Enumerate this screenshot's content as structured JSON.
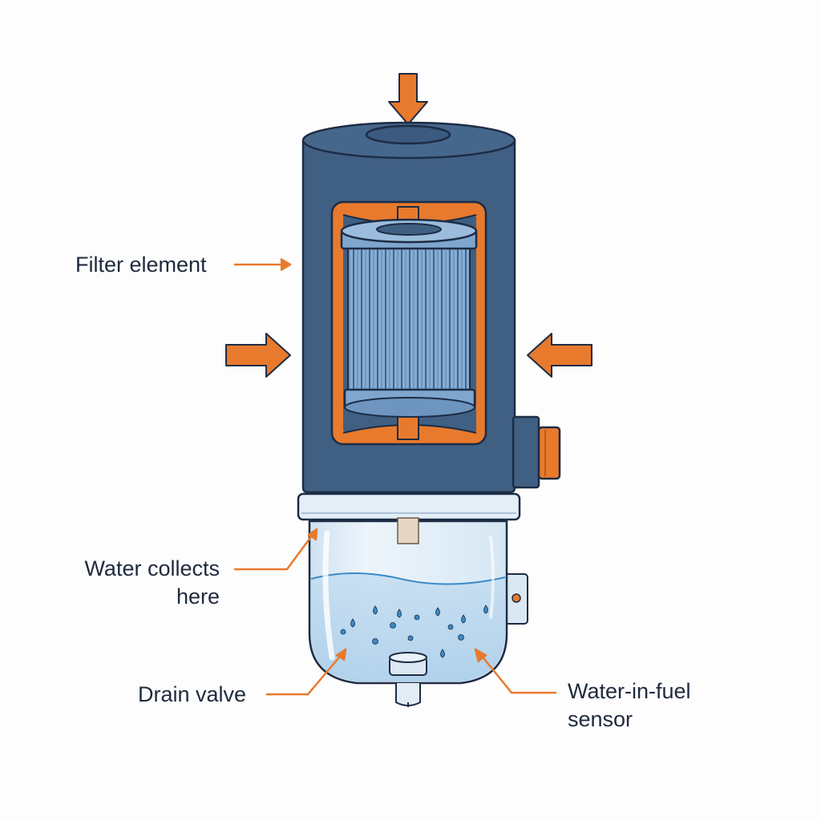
{
  "labels": {
    "filter_element": "Filter element",
    "water_collects": [
      "Water collects",
      "here"
    ],
    "drain_valve": "Drain valve",
    "water_in_fuel_sensor": [
      "Water-in-fuel",
      "sensor"
    ]
  },
  "colors": {
    "housing": "#3f5f83",
    "housing_stroke": "#1d2c44",
    "accent": "#e87a2d",
    "filter": "#7fa6cf",
    "bowl": "#dbeaf5",
    "water": "#3a8ac7",
    "text": "#1f2a3d"
  }
}
